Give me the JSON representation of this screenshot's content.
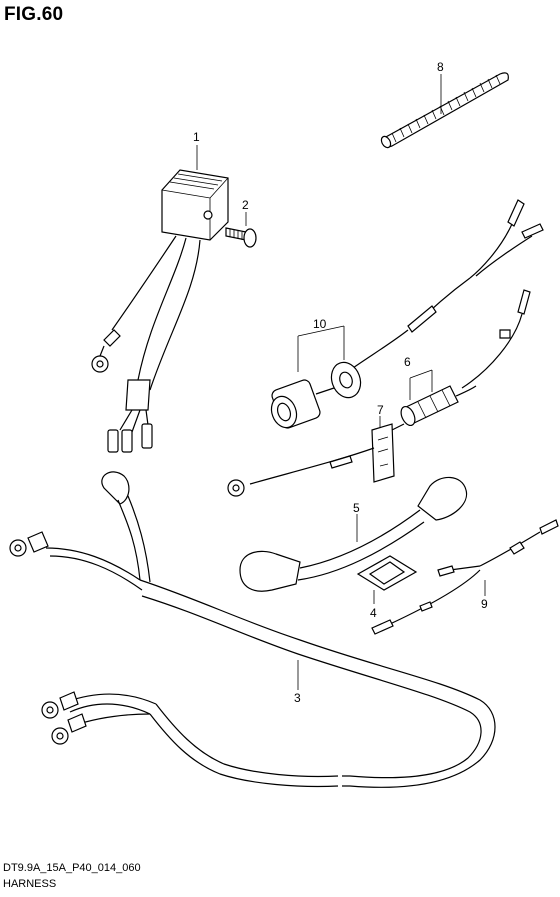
{
  "figure": {
    "title": "FIG.60",
    "code": "DT9.9A_15A_P40_014_060",
    "caption": "HARNESS"
  },
  "callouts": [
    "1",
    "2",
    "3",
    "4",
    "5",
    "6",
    "7",
    "8",
    "9",
    "10"
  ]
}
